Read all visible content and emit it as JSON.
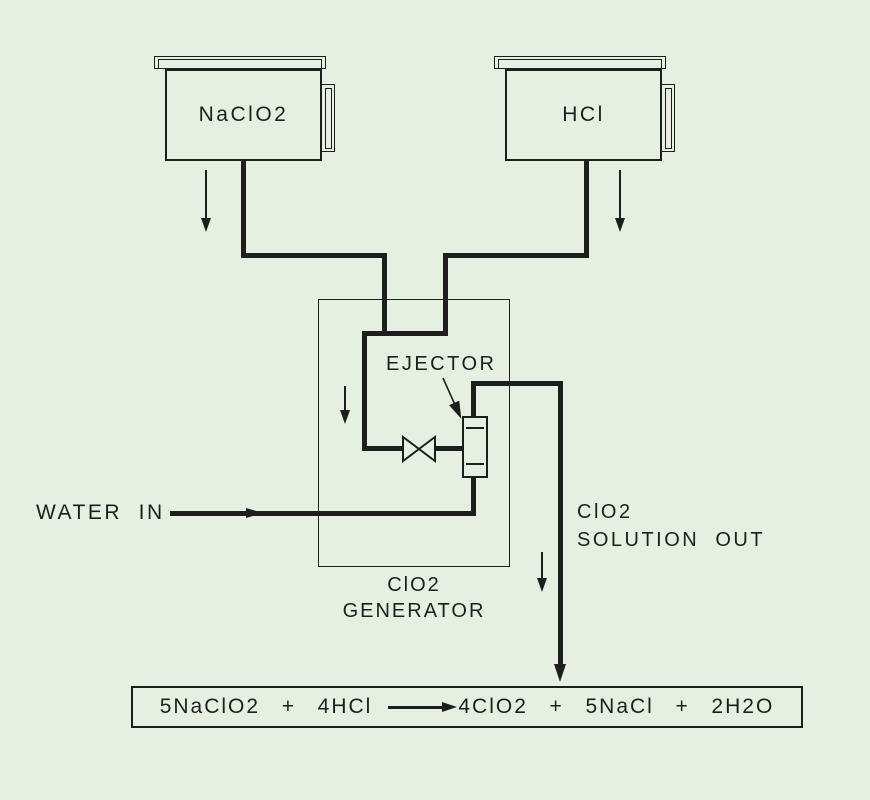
{
  "colors": {
    "background": "#e4f1e0",
    "line": "#1e1e1e"
  },
  "tanks": [
    {
      "label": "NaClO2"
    },
    {
      "label": "HCl"
    }
  ],
  "generator": {
    "label_line1": "ClO2",
    "label_line2": "GENERATOR"
  },
  "ejector": {
    "label": "EJECTOR"
  },
  "water_in": {
    "label": "WATER  IN"
  },
  "solution_out": {
    "line1": "ClO2",
    "line2": "SOLUTION  OUT"
  },
  "equation": {
    "lhs": "5NaClO2  +  4HCl",
    "rhs": "4ClO2  +  5NaCl  +  2H2O"
  }
}
